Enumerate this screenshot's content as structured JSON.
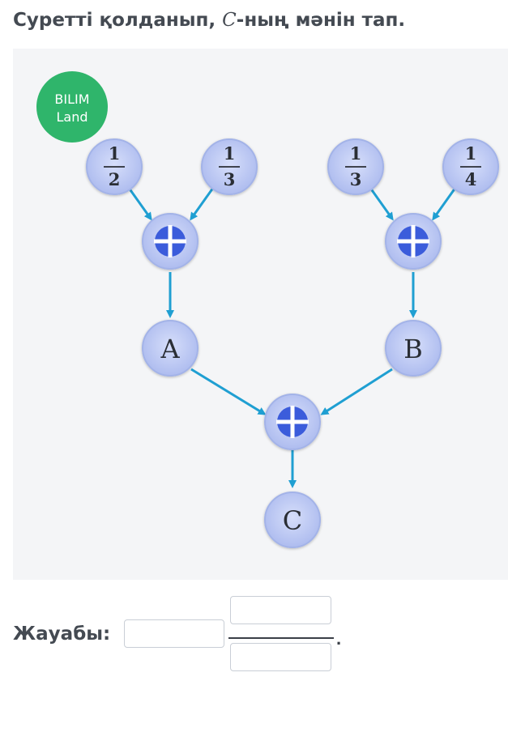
{
  "question": {
    "prefix": "Суретті қолданып, ",
    "variable": "C",
    "suffix": "-ның мәнін тап."
  },
  "logo": {
    "line1": "BILIM",
    "line2": "Land"
  },
  "diagram": {
    "inputs": [
      {
        "numerator": "1",
        "denominator": "2"
      },
      {
        "numerator": "1",
        "denominator": "3"
      },
      {
        "numerator": "1",
        "denominator": "3"
      },
      {
        "numerator": "1",
        "denominator": "4"
      }
    ],
    "result_left": "A",
    "result_right": "B",
    "result_final": "C",
    "operator": "plus"
  },
  "answer": {
    "label": "Жауабы:",
    "whole_value": "",
    "numerator_value": "",
    "denominator_value": "",
    "end_mark": "."
  },
  "colors": {
    "node_fill": "#b9c5f0",
    "node_edge": "#9fb0e6",
    "operator_core": "#3b5bdb",
    "arrow": "#1f9fd2",
    "logo": "#2fb56b"
  }
}
